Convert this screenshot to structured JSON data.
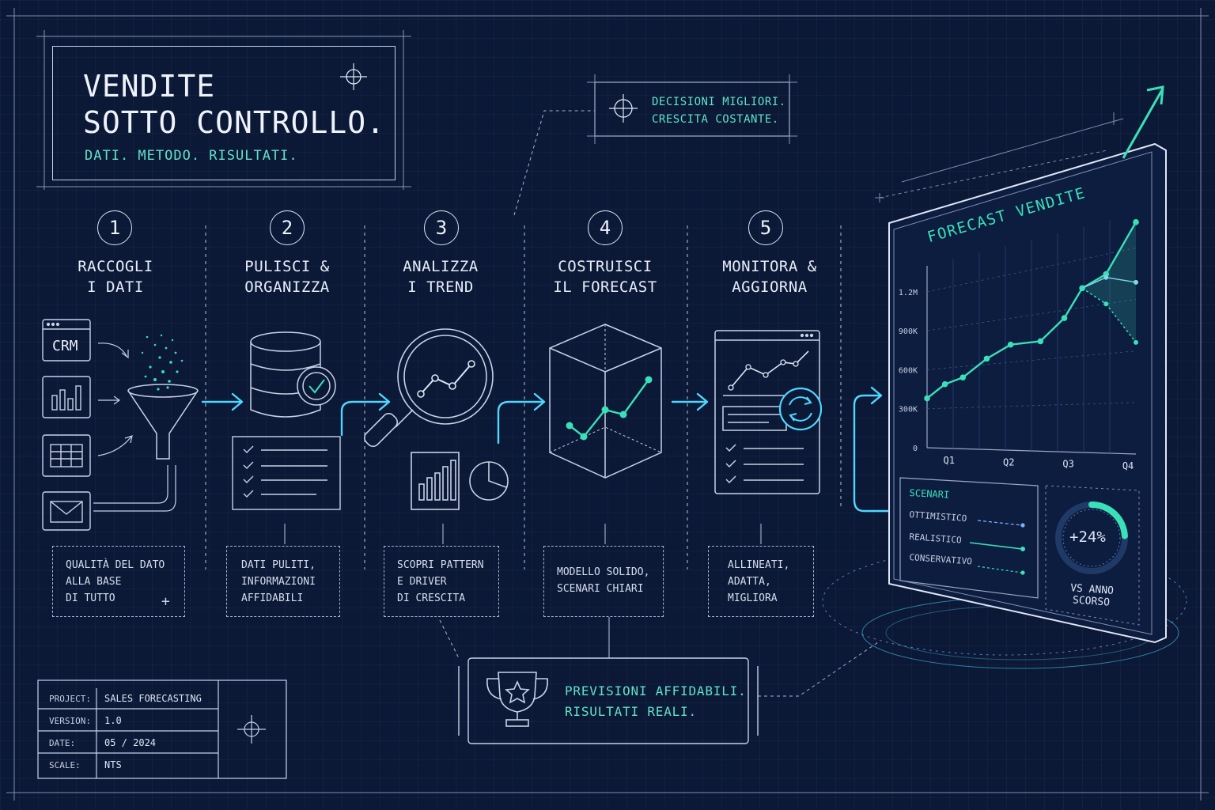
{
  "header": {
    "title_line1": "VENDITE",
    "title_line2": "SOTTO CONTROLLO.",
    "tagline": "DATI. METODO. RISULTATI."
  },
  "callout": {
    "line1": "DECISIONI MIGLIORI.",
    "line2": "CRESCITA COSTANTE."
  },
  "steps": [
    {
      "num": "1",
      "title1": "RACCOGLI",
      "title2": "I DATI",
      "note": [
        "QUALITÀ DEL DATO",
        "ALLA BASE",
        "DI TUTTO"
      ]
    },
    {
      "num": "2",
      "title1": "PULISCI &",
      "title2": "ORGANIZZA",
      "note": [
        "DATI PULITI,",
        "INFORMAZIONI",
        "AFFIDABILI"
      ]
    },
    {
      "num": "3",
      "title1": "ANALIZZA",
      "title2": "I TREND",
      "note": [
        "SCOPRI PATTERN",
        "E DRIVER",
        "DI CRESCITA"
      ]
    },
    {
      "num": "4",
      "title1": "COSTRUISCI",
      "title2": "IL FORECAST",
      "note": [
        "MODELLO SOLIDO,",
        "SCENARI CHIARI"
      ]
    },
    {
      "num": "5",
      "title1": "MONITORA &",
      "title2": "AGGIORNA",
      "note": [
        "ALLINEATI,",
        "ADATTA,",
        "MIGLIORA"
      ]
    }
  ],
  "sources": {
    "crm_label": "CRM"
  },
  "trophy": {
    "line1": "PREVISIONI AFFIDABILI.",
    "line2": "RISULTATI REALI."
  },
  "title_block": {
    "rows": [
      {
        "label": "PROJECT:",
        "value": "SALES FORECASTING"
      },
      {
        "label": "VERSION:",
        "value": "1.0"
      },
      {
        "label": "DATE:",
        "value": "05 / 2024"
      },
      {
        "label": "SCALE:",
        "value": "NTS"
      }
    ]
  },
  "dashboard": {
    "title": "FORECAST VENDITE",
    "scenarios_title": "SCENARI",
    "scenarios": [
      "OTTIMISTICO",
      "REALISTICO",
      "CONSERVATIVO"
    ],
    "kpi_value": "+24%",
    "kpi_label1": "VS ANNO",
    "kpi_label2": "SCORSO",
    "kpi_fraction": 0.24
  },
  "chart_data": {
    "type": "line",
    "title": "FORECAST VENDITE",
    "categories": [
      "Q1",
      "Q2",
      "Q3",
      "Q4"
    ],
    "y_ticks": [
      "0",
      "300K",
      "600K",
      "900K",
      "1.2M"
    ],
    "ylim": [
      0,
      1400000
    ],
    "series": [
      {
        "values_x": [
          0.0,
          0.3,
          0.6,
          1.0,
          1.4,
          1.9,
          2.3,
          2.6,
          3.0,
          3.5
        ],
        "values": [
          380000,
          480000,
          520000,
          640000,
          720000,
          720000,
          850000,
          1020000,
          1080000,
          1350000
        ]
      },
      {
        "values_x": [
          2.6,
          3.0,
          3.5
        ],
        "values": [
          1020000,
          1060000,
          1000000
        ]
      },
      {
        "values_x": [
          2.6,
          3.0,
          3.5
        ],
        "values": [
          1020000,
          900000,
          650000
        ]
      }
    ],
    "grid": true,
    "colors": {
      "primary": "#39e0b8",
      "accent": "#7fb0ff"
    }
  },
  "colors": {
    "background": "#0b1836",
    "accent": "#5fe3c8",
    "line": "#c7d2e6"
  }
}
